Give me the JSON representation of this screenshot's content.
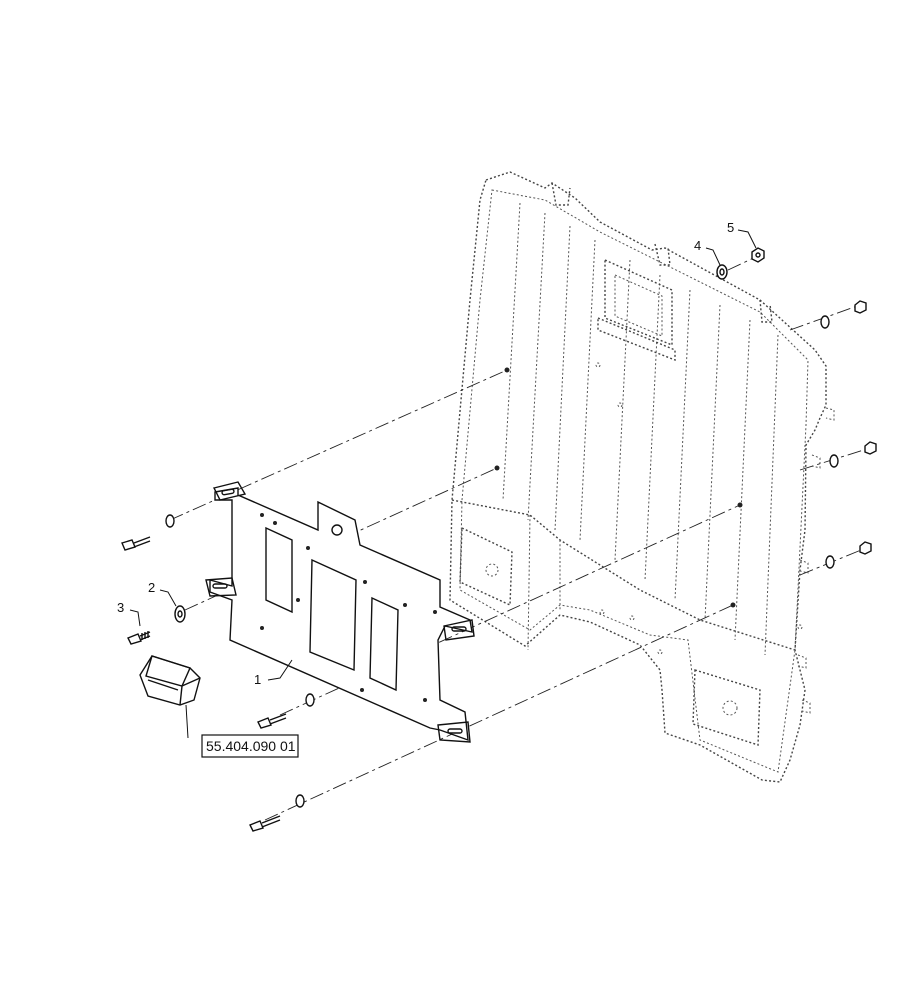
{
  "callouts": {
    "item1": "1",
    "item2": "2",
    "item3": "3",
    "item4": "4",
    "item5": "5"
  },
  "reference_box": "55.404.090 01"
}
